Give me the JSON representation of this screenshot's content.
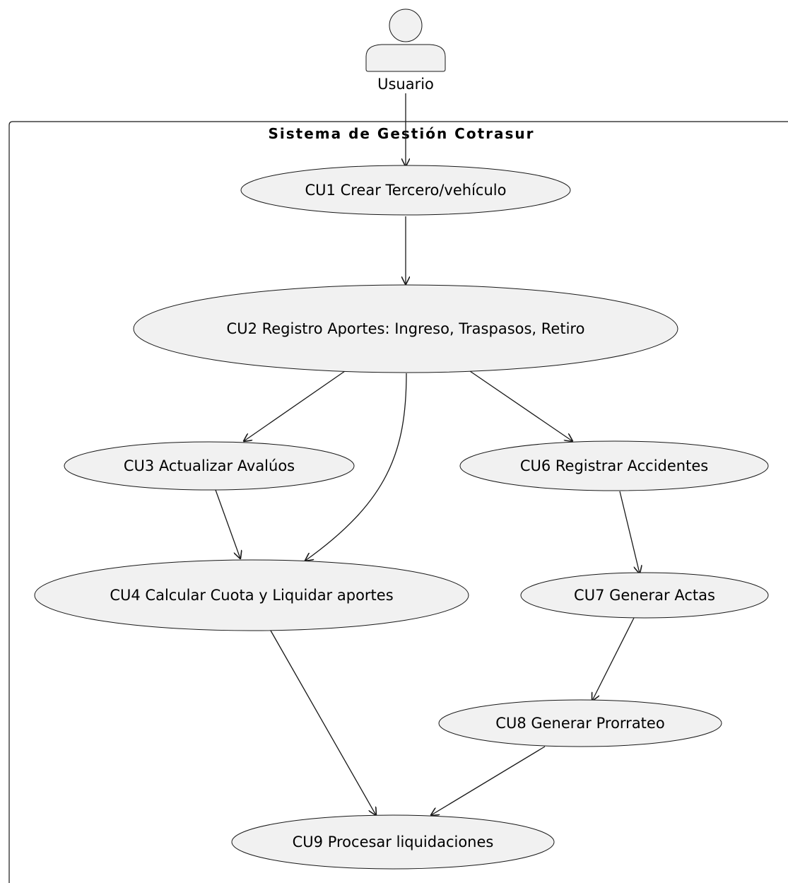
{
  "actor": {
    "name": "Usuario"
  },
  "system": {
    "title": "Sistema de Gestión Cotrasur"
  },
  "use_cases": {
    "cu1": "CU1 Crear Tercero/vehículo",
    "cu2": "CU2 Registro Aportes: Ingreso, Traspasos, Retiro",
    "cu3": "CU3 Actualizar Avalúos",
    "cu4": "CU4 Calcular Cuota y Liquidar aportes",
    "cu6": "CU6 Registrar Accidentes",
    "cu7": "CU7 Generar Actas",
    "cu8": "CU8 Generar Prorrateo",
    "cu9": "CU9 Procesar liquidaciones"
  },
  "relations": [
    {
      "from": "Usuario",
      "to": "CU1"
    },
    {
      "from": "CU1",
      "to": "CU2"
    },
    {
      "from": "CU2",
      "to": "CU3"
    },
    {
      "from": "CU2",
      "to": "CU4"
    },
    {
      "from": "CU2",
      "to": "CU6"
    },
    {
      "from": "CU3",
      "to": "CU4"
    },
    {
      "from": "CU6",
      "to": "CU7"
    },
    {
      "from": "CU7",
      "to": "CU8"
    },
    {
      "from": "CU4",
      "to": "CU9"
    },
    {
      "from": "CU8",
      "to": "CU9"
    }
  ],
  "colors": {
    "node_fill": "#f1f1f1",
    "stroke": "#181818"
  }
}
